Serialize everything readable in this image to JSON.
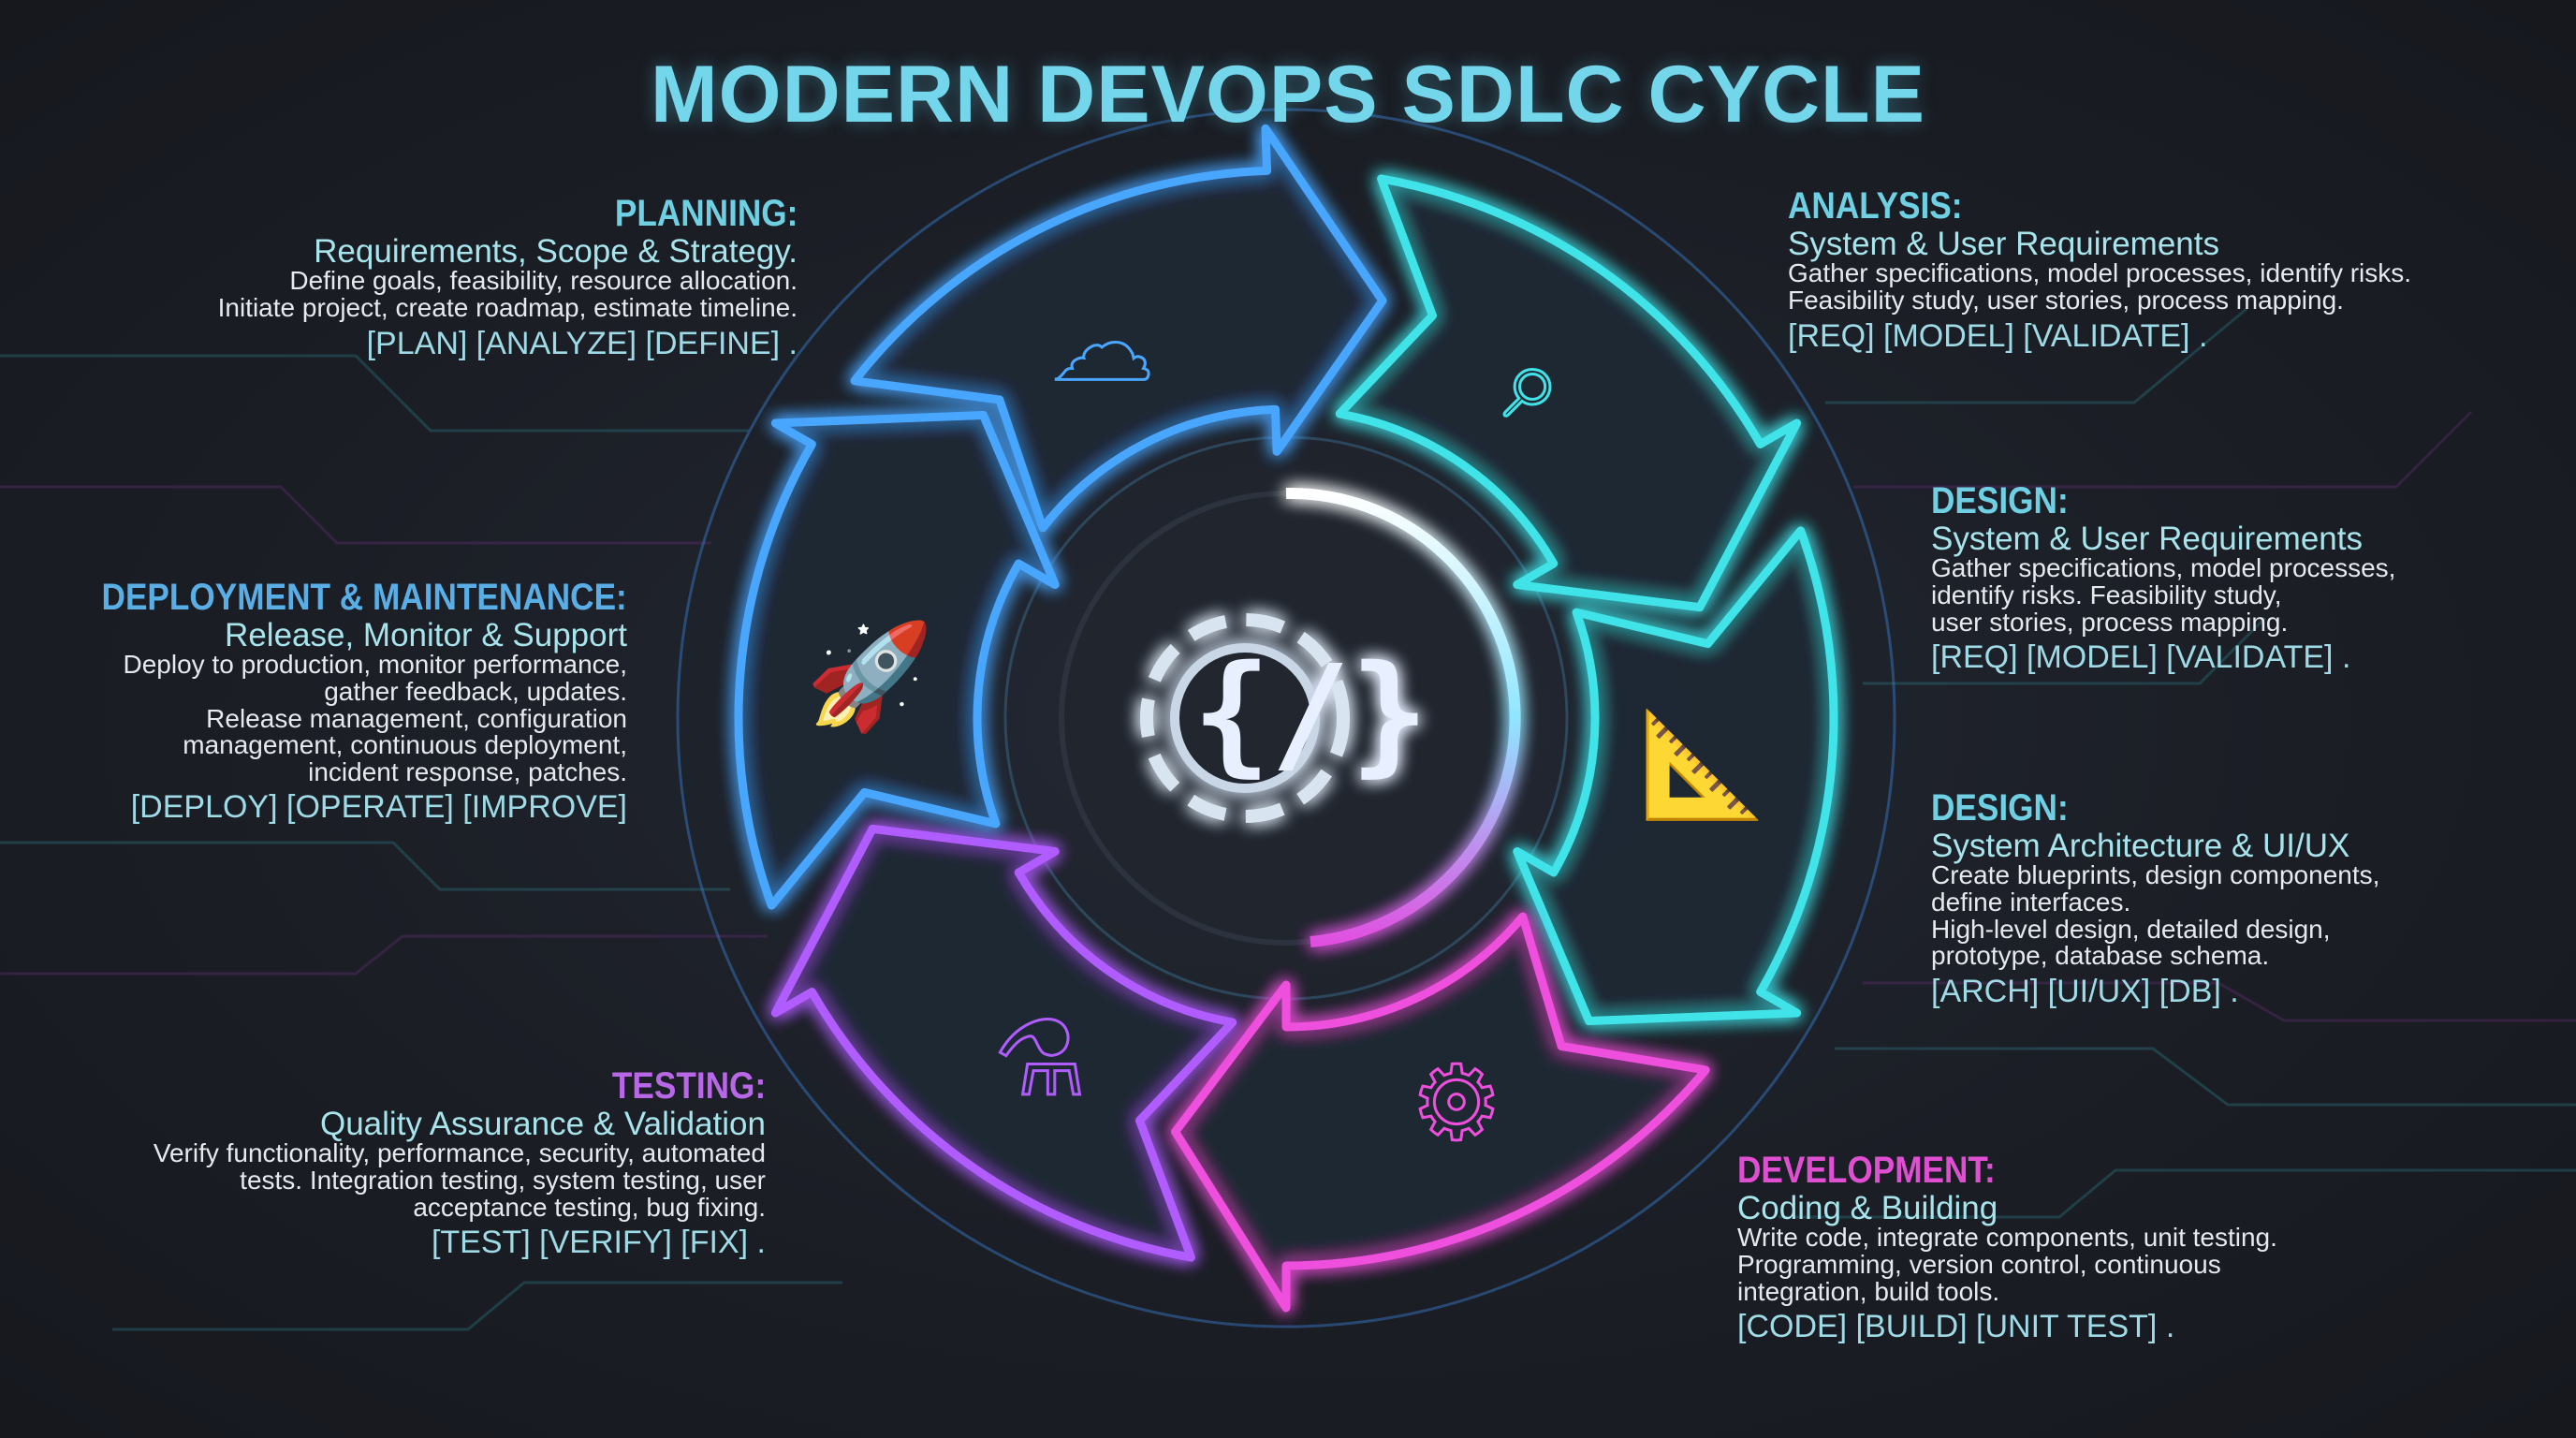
{
  "title": "MODERN DEVOPS SDLC CYCLE",
  "colors": {
    "cyan": "#3fe3e8",
    "blue": "#4aa6ff",
    "magenta": "#ee4fdc",
    "purple": "#b05cff",
    "background": "#1b1e25"
  },
  "center": {
    "icon": "gear-code-icon",
    "glyph": "{/}"
  },
  "phases": [
    {
      "heading": "PLANNING:",
      "subtitle": "Requirements, Scope & Strategy.",
      "lines": [
        "Define goals, feasibility, resource allocation.",
        "Initiate project, create roadmap, estimate timeline."
      ],
      "tags": "[PLAN]  [ANALYZE]  [DEFINE] .",
      "icon": "thought-checklist-gear-icon"
    },
    {
      "heading": "ANALYSIS:",
      "subtitle": "System & User Requirements",
      "lines": [
        "Gather specifications, model processes, identify risks.",
        "Feasibility study, user stories, process mapping."
      ],
      "tags": "[REQ]  [MODEL]  [VALIDATE] .",
      "icon": "flowchart-magnifier-icon"
    },
    {
      "heading": "DESIGN:",
      "subtitle": "System & User Requirements",
      "lines": [
        "Gather specifications, model processes,",
        "identify risks. Feasibility study,",
        "user stories, process mapping."
      ],
      "tags": "[REQ]  [MODEL]  [VALIDATE] .",
      "icon": "blueprint-compass-icon"
    },
    {
      "heading": "DESIGN:",
      "subtitle": "System Architecture & UI/UX",
      "lines": [
        "Create blueprints, design components,",
        "define interfaces.",
        "High-level design, detailed design,",
        "prototype, database schema."
      ],
      "tags": "[ARCH]  [UI/UX]  [DB] .",
      "icon": "blueprint-compass-icon"
    },
    {
      "heading": "DEVELOPMENT:",
      "subtitle": "Coding & Building",
      "lines": [
        "Write code, integrate components, unit testing.",
        "Programming, version control, continuous",
        "integration, build tools."
      ],
      "tags": "[CODE]  [BUILD]  [UNIT TEST] .",
      "icon": "code-window-gear-icon"
    },
    {
      "heading": "TESTING:",
      "subtitle": "Quality Assurance & Validation",
      "lines": [
        "Verify functionality, performance, security, automated",
        "tests. Integration testing, system testing, user",
        "acceptance testing, bug fixing."
      ],
      "tags": "[TEST]  [VERIFY]  [FIX] .",
      "icon": "test-tube-clipboard-icon"
    },
    {
      "heading": "DEPLOYMENT & MAINTENANCE:",
      "subtitle": "Release, Monitor & Support",
      "lines": [
        "Deploy to production, monitor performance,",
        "gather feedback, updates.",
        "Release management, configuration",
        "management, continuous deployment,",
        "incident response, patches."
      ],
      "tags": "[DEPLOY]  [OPERATE]  [IMPROVE]",
      "icon": "rocket-server-wrench-icon"
    }
  ]
}
